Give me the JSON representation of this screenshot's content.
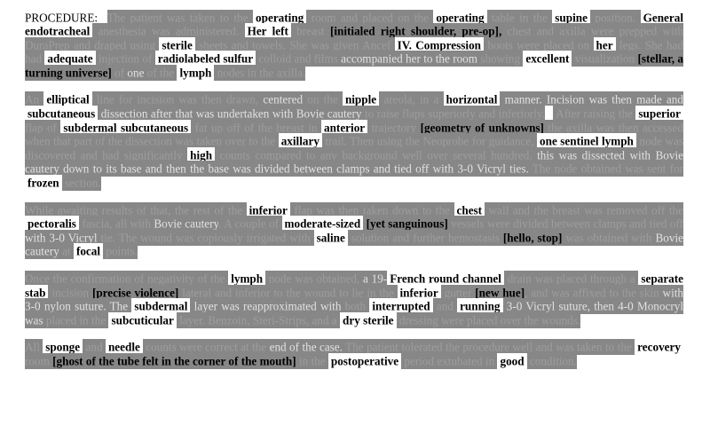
{
  "colors": {
    "page_background": "#ffffff",
    "highlight": "#878787",
    "erased_text": "#9d9d9d",
    "ghost_text": "#e2e2e2",
    "kept_word_background": "#ffffff",
    "ink": "#000000"
  },
  "paragraphs": [
    {
      "segments": [
        {
          "s": "plain",
          "t": "PROCEDURE:  "
        },
        {
          "s": "erased",
          "t": "The patient was taken to the "
        },
        {
          "s": "kept",
          "t": "operating"
        },
        {
          "s": "erased",
          "t": " room and placed on the "
        },
        {
          "s": "kept",
          "t": "operating"
        },
        {
          "s": "erased",
          "t": " table in the "
        },
        {
          "s": "kept",
          "t": "supine"
        },
        {
          "s": "erased",
          "t": " position.  "
        },
        {
          "s": "kept",
          "t": "General endotracheal"
        },
        {
          "s": "erased",
          "t": " anesthesia was administered.  "
        },
        {
          "s": "kept",
          "t": "Her left"
        },
        {
          "s": "erased",
          "t": " breast "
        },
        {
          "s": "insert",
          "t": "[initialed right shoulder, pre-op],"
        },
        {
          "s": "erased",
          "t": " chest and axilla were prepped with DuraPrep and draped using "
        },
        {
          "s": "kept",
          "t": "sterile"
        },
        {
          "s": "erased",
          "t": " sheets and towels.  She was given Ancef "
        },
        {
          "s": "kept",
          "t": "IV.  Compression"
        },
        {
          "s": "erased",
          "t": " boots were placed on "
        },
        {
          "s": "kept",
          "t": "her"
        },
        {
          "s": "erased",
          "t": " legs.  She had had "
        },
        {
          "s": "kept",
          "t": "adequate"
        },
        {
          "s": "erased",
          "t": " injection of "
        },
        {
          "s": "kept",
          "t": "radiolabeled sulfur"
        },
        {
          "s": "erased",
          "t": " colloid and films "
        },
        {
          "s": "lit",
          "t": "accompanied her to the room"
        },
        {
          "s": "erased",
          "t": " showing "
        },
        {
          "s": "kept",
          "t": "excellent"
        },
        {
          "s": "erased",
          "t": " visualization "
        },
        {
          "s": "insert",
          "t": "[stellar, a turning universe]"
        },
        {
          "s": "erased",
          "t": " of "
        },
        {
          "s": "lit",
          "t": "one"
        },
        {
          "s": "erased",
          "t": " of the "
        },
        {
          "s": "kept",
          "t": "lymph"
        },
        {
          "s": "erased",
          "t": " nodes in the axilla."
        }
      ]
    },
    {
      "segments": [
        {
          "s": "erased",
          "t": "An "
        },
        {
          "s": "kept",
          "t": "elliptical"
        },
        {
          "s": "erased",
          "t": " line for incision was then drawn, "
        },
        {
          "s": "lit",
          "t": "centered"
        },
        {
          "s": "erased",
          "t": " on the "
        },
        {
          "s": "kept",
          "t": "nipple"
        },
        {
          "s": "erased",
          "t": " areola, in a "
        },
        {
          "s": "kept",
          "t": "horizontal"
        },
        {
          "s": "lit",
          "t": " manner.  Incision was then made and "
        },
        {
          "s": "kept",
          "t": "subcutaneous"
        },
        {
          "s": "lit",
          "t": " dissection after that was undertaken with Bovie cautery "
        },
        {
          "s": "erased",
          "t": "to raise flaps superiorly and inferiorly."
        },
        {
          "s": "kept",
          "t": " "
        },
        {
          "s": "erased",
          "t": " After raising the "
        },
        {
          "s": "kept",
          "t": "superior"
        },
        {
          "s": "erased",
          "t": " flap of "
        },
        {
          "s": "kept",
          "t": "subdermal subcutaneous"
        },
        {
          "s": "erased",
          "t": " fat up off of the breast in "
        },
        {
          "s": "kept",
          "t": "anterior"
        },
        {
          "s": "erased",
          "t": " trajectory "
        },
        {
          "s": "insert",
          "t": "[geometry of unknowns]"
        },
        {
          "s": "erased",
          "t": " the axilla was then accessed when that part of the dissection was taken over to the "
        },
        {
          "s": "kept",
          "t": "axillary"
        },
        {
          "s": "erased",
          "t": " trail.  Then using the Neoprobe for guidance, "
        },
        {
          "s": "kept",
          "t": "one sentinel lymph"
        },
        {
          "s": "erased",
          "t": " node was discovered  and had significantly "
        },
        {
          "s": "kept",
          "t": "high"
        },
        {
          "s": "erased",
          "t": " counts compared to any background well over several hundred.  "
        },
        {
          "s": "lit",
          "t": "this was dissected with Bovie cautery down to its base and then the base was divided between clamps and tied off with 3-0 Vicryl ties."
        },
        {
          "s": "erased",
          "t": "  The node obtained was sent for "
        },
        {
          "s": "kept",
          "t": "frozen"
        },
        {
          "s": "erased",
          "t": " section."
        }
      ]
    },
    {
      "segments": [
        {
          "s": "erased",
          "t": "While awaiting results of that, the rest of the "
        },
        {
          "s": "kept",
          "t": "inferior"
        },
        {
          "s": "erased",
          "t": " flap was then taken down to the "
        },
        {
          "s": "kept",
          "t": "chest"
        },
        {
          "s": "erased",
          "t": " wall and the breast was removed off the "
        },
        {
          "s": "kept",
          "t": "pectoralis"
        },
        {
          "s": "erased",
          "t": " fascia, all with "
        },
        {
          "s": "lit",
          "t": "Bovie cautery"
        },
        {
          "s": "erased",
          "t": ".  A couple of "
        },
        {
          "s": "kept",
          "t": "moderate-sized"
        },
        {
          "s": "insert",
          "t": " [yet sanguinous]"
        },
        {
          "s": "erased",
          "t": " vessels were divided between clamps and tied off "
        },
        {
          "s": "lit",
          "t": "with 3-0 Vicryl"
        },
        {
          "s": "erased",
          "t": " tie.  The wound was copiously irrigated with "
        },
        {
          "s": "kept",
          "t": "saline"
        },
        {
          "s": "erased",
          "t": " solution and further hemostasis "
        },
        {
          "s": "insert",
          "t": "[hello, stop]"
        },
        {
          "s": "erased",
          "t": " was obtained with "
        },
        {
          "s": "lit",
          "t": "Bovie cautery"
        },
        {
          "s": "erased",
          "t": " at "
        },
        {
          "s": "kept",
          "t": "focal"
        },
        {
          "s": "erased",
          "t": " points."
        }
      ]
    },
    {
      "segments": [
        {
          "s": "erased",
          "t": "Once the confirmation of negativity of the "
        },
        {
          "s": "kept",
          "t": "lymph"
        },
        {
          "s": "erased",
          "t": " node was obtained, "
        },
        {
          "s": "lit",
          "t": "a 19-"
        },
        {
          "s": "kept",
          "t": "French round channel"
        },
        {
          "s": "erased",
          "t": " drain was placed through a "
        },
        {
          "s": "kept",
          "t": "separate stab"
        },
        {
          "s": "erased",
          "t": " incision "
        },
        {
          "s": "insert",
          "t": "[precise violence]"
        },
        {
          "s": "erased",
          "t": " lateral and inferior to the wound to lie in the "
        },
        {
          "s": "kept",
          "t": "inferior"
        },
        {
          "s": "erased",
          "t": " gutter "
        },
        {
          "s": "insert",
          "t": "[new hue]"
        },
        {
          "s": "erased",
          "t": ", and was affixed to the skin "
        },
        {
          "s": "lit",
          "t": "with 3-0 nylon suture.  The "
        },
        {
          "s": "kept",
          "t": "subdermal"
        },
        {
          "s": "lit",
          "t": " layer was reapproximated with "
        },
        {
          "s": "erased",
          "t": "both "
        },
        {
          "s": "kept",
          "t": "interrupted"
        },
        {
          "s": "erased",
          "t": " and "
        },
        {
          "s": "kept",
          "t": "running"
        },
        {
          "s": "lit",
          "t": " 3-0 Vicryl suture, then 4-0 Monocryl was "
        },
        {
          "s": "erased",
          "t": "placed in the "
        },
        {
          "s": "kept",
          "t": "subcuticular"
        },
        {
          "s": "erased",
          "t": " layer.  Benzoin, Steri-Strips, and a "
        },
        {
          "s": "kept",
          "t": "dry sterile"
        },
        {
          "s": "erased",
          "t": " dressing were placed over the wounds."
        }
      ]
    },
    {
      "segments": [
        {
          "s": "erased",
          "t": "All "
        },
        {
          "s": "kept",
          "t": "sponge"
        },
        {
          "s": "erased",
          "t": " and "
        },
        {
          "s": "kept",
          "t": "needle"
        },
        {
          "s": "erased",
          "t": " counts were correct at the "
        },
        {
          "s": "lit",
          "t": "end of the case."
        },
        {
          "s": "erased",
          "t": "  The patient tolerated the procedure well and was taken to the "
        },
        {
          "s": "kept",
          "t": "recovery"
        },
        {
          "s": "erased",
          "t": " room "
        },
        {
          "s": "insert",
          "t": "[ghost of the tube felt in the corner of the mouth]"
        },
        {
          "s": "erased",
          "t": " in the "
        },
        {
          "s": "kept",
          "t": "postoperative"
        },
        {
          "s": "erased",
          "t": " period extubated in "
        },
        {
          "s": "kept",
          "t": "good"
        },
        {
          "s": "erased",
          "t": " condition."
        }
      ]
    }
  ]
}
